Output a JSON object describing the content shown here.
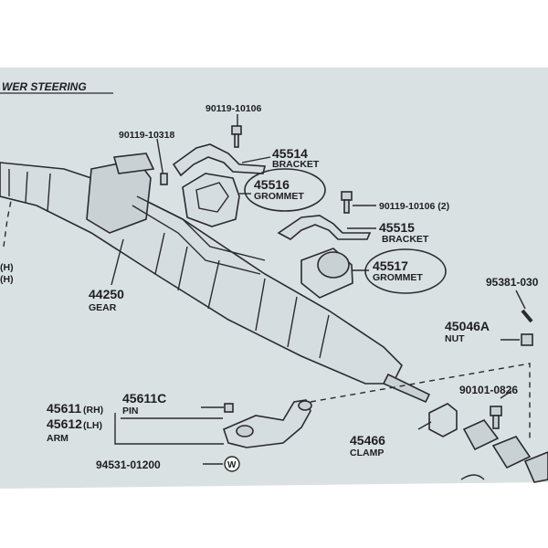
{
  "header": {
    "title": "WER STEERING"
  },
  "colors": {
    "paper": "#d9e1e3",
    "ink": "#222226",
    "frame": "#ffffff",
    "circle": "#2b2b30"
  },
  "labels": {
    "bolt_top": "90119-10106",
    "bolt_left": "90119-10318",
    "p45514_num": "45514",
    "p45514_name": "BRACKET",
    "p45516_num": "45516",
    "p45516_name": "GROMMET",
    "bolt_mid": "90119-10106 (2)",
    "p45515_num": "45515",
    "p45515_name": "BRACKET",
    "p45517_num": "45517",
    "p45517_name": "GROMMET",
    "p95381": "95381-030",
    "p44250_num": "44250",
    "p44250_name": "GEAR",
    "p45046a_num": "45046A",
    "p45046a_name": "NUT",
    "left_rh": "(H)",
    "left_lh": "(H)",
    "p90101": "90101-0826",
    "p45611_num": "45611",
    "p45611_side": "(RH)",
    "p45612_num": "45612",
    "p45612_side": "(LH)",
    "arm_name": "ARM",
    "p45611c_num": "45611C",
    "pin_name": "PIN",
    "p45466_num": "45466",
    "clamp_name": "CLAMP",
    "p94531": "94531-01200"
  }
}
